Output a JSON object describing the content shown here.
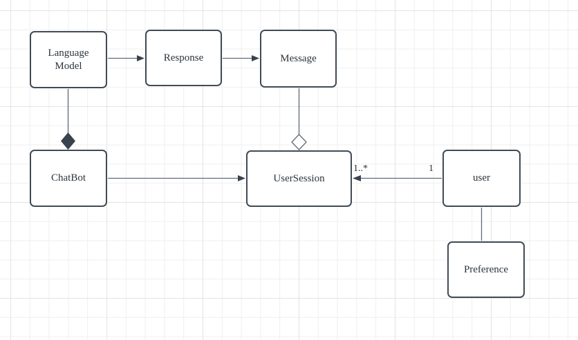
{
  "diagram": {
    "type": "uml-class-diagram",
    "nodes": {
      "language_model": {
        "label": "Language\nModel"
      },
      "response": {
        "label": "Response"
      },
      "message": {
        "label": "Message"
      },
      "chatbot": {
        "label": "ChatBot"
      },
      "user_session": {
        "label": "UserSession"
      },
      "user": {
        "label": "user"
      },
      "preference": {
        "label": "Preference"
      }
    },
    "edges": [
      {
        "from": "language_model",
        "to": "response",
        "type": "directed-arrow"
      },
      {
        "from": "response",
        "to": "message",
        "type": "directed-arrow"
      },
      {
        "from": "language_model",
        "to": "chatbot",
        "type": "composition-filled-diamond"
      },
      {
        "from": "message",
        "to": "user_session",
        "type": "aggregation-hollow-diamond"
      },
      {
        "from": "chatbot",
        "to": "user_session",
        "type": "directed-arrow"
      },
      {
        "from": "user",
        "to": "user_session",
        "type": "directed-arrow",
        "multiplicity_target": "1..*",
        "multiplicity_source": "1"
      },
      {
        "from": "user",
        "to": "preference",
        "type": "plain-line"
      }
    ],
    "labels": {
      "multiplicity_target": "1..*",
      "multiplicity_source": "1"
    },
    "colors": {
      "canvas_background": "#ffffff",
      "grid_minor": "#efefef",
      "grid_major": "#e3e3e3",
      "node_fill": "#ffffff",
      "node_border": "#3f4a56",
      "edge_line": "#5f6a76",
      "arrowhead_fill": "#39434e",
      "text": "#2b333b"
    }
  }
}
